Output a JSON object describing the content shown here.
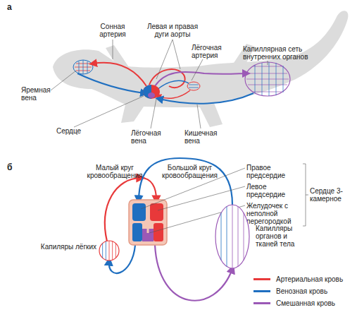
{
  "diagram": {
    "nodes": [
      {
        "text": [
          "Капиляры лёгких"
        ]
      },
      {
        "text": [
          "Капилляры органов и тканей тела"
        ]
      }
    ],
    "labels": [
      "а",
      "Сонная артерия",
      "Левая и правая дуги аорты",
      "Лёгочная артерия",
      "Капиллярная сеть внутренних органов",
      "Яремная вена",
      "Сердце",
      "Лёгочная вена",
      "Кишечная вена",
      "б",
      "Малый круг кровообращения",
      "Большой круг кровообращения",
      "Правое предсердие",
      "Левое предсердие",
      "Желудочек с неполной перегородкой",
      "Сердце 3-камерное"
    ],
    "legend": [
      {
        "text": "Артериальная кровь",
        "color": "#e8393a"
      },
      {
        "text": "Венозная кровь",
        "color": "#1f6fc0"
      },
      {
        "text": "Смешанная кровь",
        "color": "#9b59b6"
      }
    ]
  }
}
